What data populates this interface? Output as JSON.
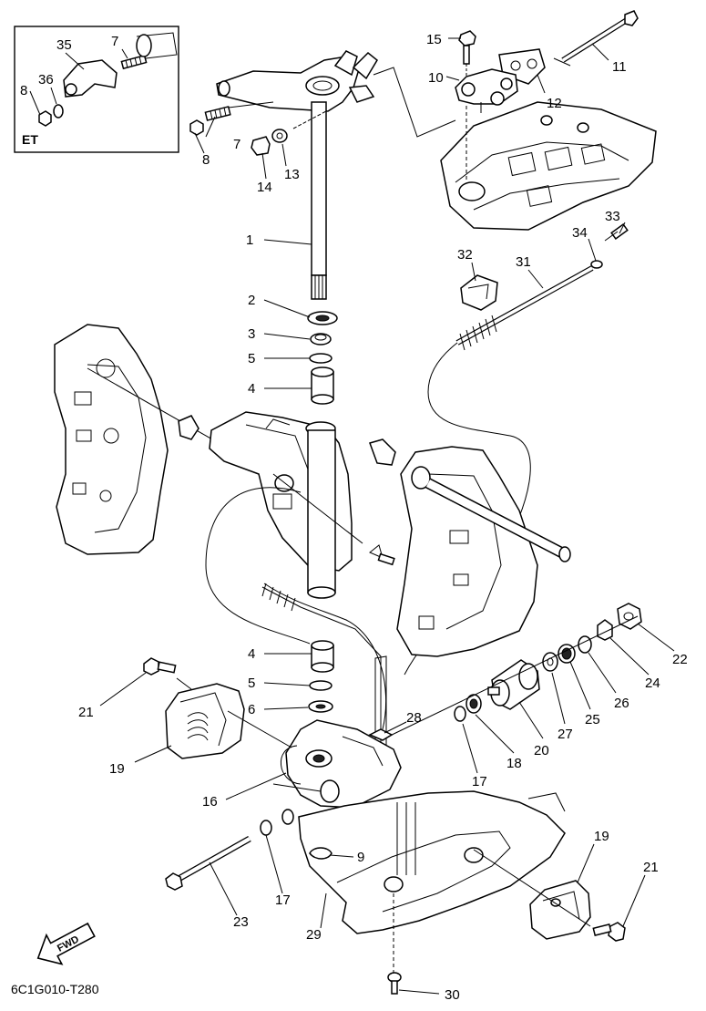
{
  "diagram": {
    "drawing_code": "6C1G010-T280",
    "inset_tag": "ET",
    "direction_arrow": "FWD",
    "callouts": {
      "c1": "1",
      "c2": "2",
      "c3": "3",
      "c4a": "4",
      "c4b": "4",
      "c5a": "5",
      "c5b": "5",
      "c6": "6",
      "c7a": "7",
      "c7b": "7",
      "c8a": "8",
      "c8b": "8",
      "c9": "9",
      "c10": "10",
      "c11": "11",
      "c12": "12",
      "c13": "13",
      "c14": "14",
      "c15": "15",
      "c16": "16",
      "c17a": "17",
      "c17b": "17",
      "c18": "18",
      "c19a": "19",
      "c19b": "19",
      "c20": "20",
      "c21a": "21",
      "c21b": "21",
      "c22": "22",
      "c23": "23",
      "c24": "24",
      "c25": "25",
      "c26": "26",
      "c27": "27",
      "c28": "28",
      "c29": "29",
      "c30": "30",
      "c31": "31",
      "c32": "32",
      "c33": "33",
      "c34": "34",
      "c35": "35",
      "c36": "36"
    }
  }
}
